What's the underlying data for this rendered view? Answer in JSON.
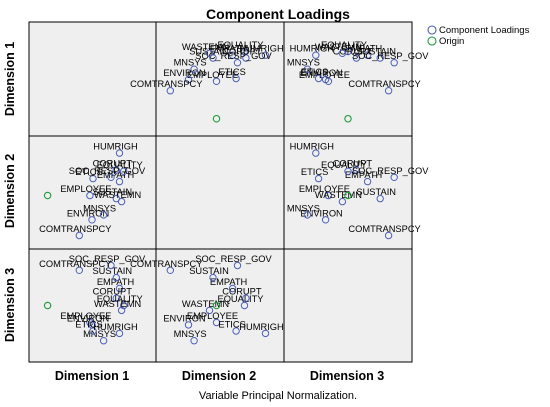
{
  "chart_data": {
    "type": "scatter",
    "title": "Component Loadings",
    "footnote": "Variable Principal Normalization.",
    "dimension_labels": [
      "Dimension 1",
      "Dimension 2",
      "Dimension 3"
    ],
    "legend": [
      {
        "label": "Component Loadings",
        "color": "#4b5fb8"
      },
      {
        "label": "Origin",
        "color": "#1f9a3a"
      }
    ],
    "legend_position": "top-right",
    "grid": false,
    "origin": {
      "name": "Origin",
      "dims": [
        0,
        0,
        0
      ]
    },
    "ranges": {
      "d1": [
        -0.1,
        0.95
      ],
      "d2": [
        -0.75,
        0.85
      ],
      "d3": [
        -0.8,
        0.8
      ]
    },
    "points": [
      {
        "label": "EMPLOYEE",
        "dims": [
          0.4,
          0.0,
          -0.28
        ]
      },
      {
        "label": "ENVIRON",
        "dims": [
          0.42,
          -0.4,
          -0.32
        ]
      },
      {
        "label": "EMPATH",
        "dims": [
          0.68,
          0.23,
          0.28
        ]
      },
      {
        "label": "EQUALITY",
        "dims": [
          0.72,
          0.4,
          0.0
        ]
      },
      {
        "label": "CORUPT",
        "dims": [
          0.65,
          0.42,
          0.12
        ]
      },
      {
        "label": "SUSTAIN",
        "dims": [
          0.65,
          -0.05,
          0.46
        ]
      },
      {
        "label": "MNSYS",
        "dims": [
          0.53,
          -0.32,
          -0.58
        ]
      },
      {
        "label": "ETICS",
        "dims": [
          0.43,
          0.28,
          -0.42
        ]
      },
      {
        "label": "HUMRIGH",
        "dims": [
          0.68,
          0.7,
          -0.46
        ]
      },
      {
        "label": "SOC_RESP_GOV",
        "dims": [
          0.6,
          0.3,
          0.66
        ]
      },
      {
        "label": "COMTRANSPCY",
        "dims": [
          0.3,
          -0.66,
          0.58
        ]
      },
      {
        "label": "WASTEMN",
        "dims": [
          0.7,
          -0.1,
          -0.08
        ]
      }
    ]
  }
}
